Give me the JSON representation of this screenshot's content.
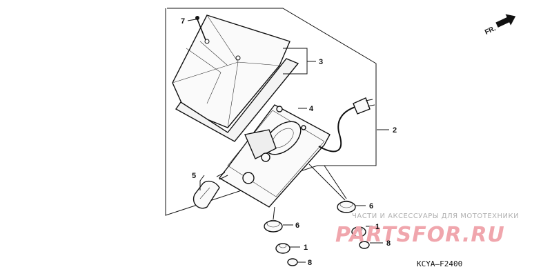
{
  "diagram": {
    "callouts": [
      {
        "id": "c7",
        "label": "7"
      },
      {
        "id": "c3",
        "label": "3"
      },
      {
        "id": "c4",
        "label": "4"
      },
      {
        "id": "c2",
        "label": "2"
      },
      {
        "id": "c5",
        "label": "5"
      },
      {
        "id": "c6a",
        "label": "6"
      },
      {
        "id": "c6b",
        "label": "6"
      },
      {
        "id": "c1a",
        "label": "1"
      },
      {
        "id": "c1b",
        "label": "1"
      },
      {
        "id": "c8a",
        "label": "8"
      },
      {
        "id": "c8b",
        "label": "8"
      }
    ],
    "direction_label": "FR.",
    "drawing_code": "KCYA—F2400"
  },
  "watermark": {
    "tagline": "ЧАСТИ И АКСЕССУАРЫ ДЛЯ МОТОТЕХНИКИ",
    "logo": "PARTSFOR.RU",
    "color": "#f0a6ad"
  }
}
